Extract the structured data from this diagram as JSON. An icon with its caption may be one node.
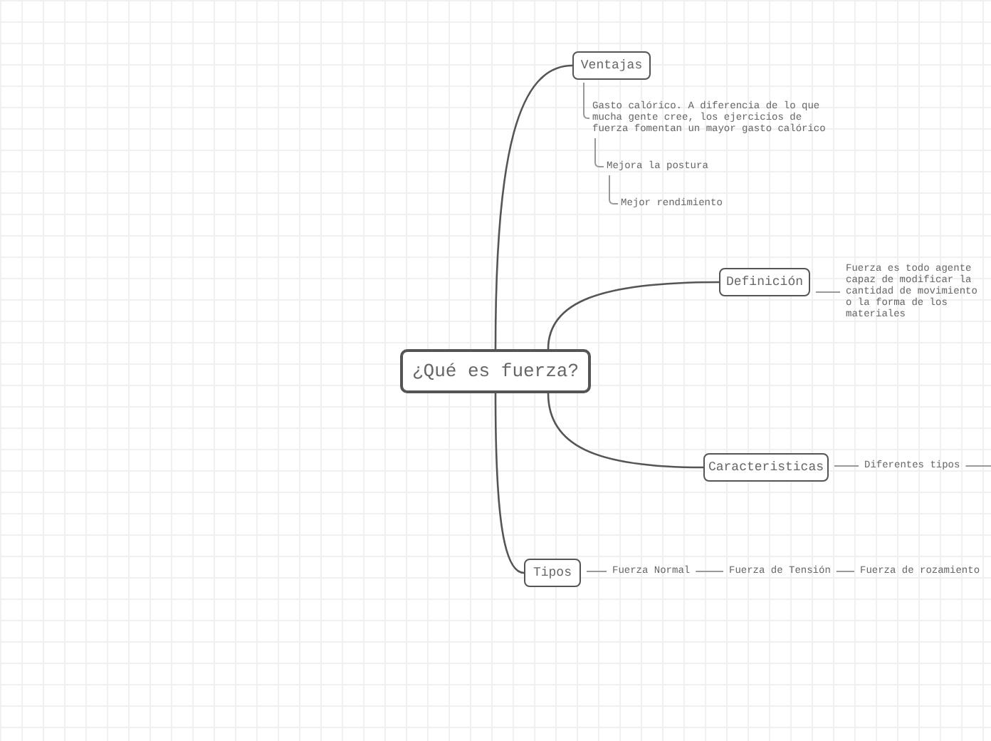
{
  "diagram": {
    "nodes": [
      {
        "text": [
          "¿Qué es fuerza?"
        ]
      },
      {
        "text": [
          "Ventajas"
        ]
      },
      {
        "text": [
          "Gasto calórico. A diferencia de lo que mucha gente cree, los ejercicios de fuerza fomentan un mayor gasto calórico"
        ]
      },
      {
        "text": [
          "Mejora la postura"
        ]
      },
      {
        "text": [
          "Mejor rendimiento"
        ]
      },
      {
        "text": [
          "Definición"
        ]
      },
      {
        "text": [
          "Fuerza es todo agente capaz de modificar la cantidad de movimiento o la forma de los materiales"
        ]
      },
      {
        "text": [
          "Caracteristicas"
        ]
      },
      {
        "text": [
          "Diferentes tipos"
        ]
      },
      {
        "text": [
          "Tipos"
        ]
      },
      {
        "text": [
          "Fuerza Normal"
        ]
      },
      {
        "text": [
          "Fuerza de Tensión"
        ]
      },
      {
        "text": [
          "Fuerza de rozamiento"
        ]
      }
    ],
    "edges": [
      {
        "from": 0,
        "to": 1,
        "arrow": "none"
      },
      {
        "from": 1,
        "to": 2,
        "arrow": "none"
      },
      {
        "from": 2,
        "to": 3,
        "arrow": "none"
      },
      {
        "from": 3,
        "to": 4,
        "arrow": "none"
      },
      {
        "from": 0,
        "to": 5,
        "arrow": "none"
      },
      {
        "from": 5,
        "to": 6,
        "arrow": "none"
      },
      {
        "from": 0,
        "to": 7,
        "arrow": "none"
      },
      {
        "from": 7,
        "to": 8,
        "arrow": "none"
      },
      {
        "from": 8,
        "to": null,
        "arrow": "none"
      },
      {
        "from": 0,
        "to": 9,
        "arrow": "none"
      },
      {
        "from": 9,
        "to": 10,
        "arrow": "none"
      },
      {
        "from": 10,
        "to": 11,
        "arrow": "none"
      },
      {
        "from": 11,
        "to": 12,
        "arrow": "none"
      }
    ]
  }
}
